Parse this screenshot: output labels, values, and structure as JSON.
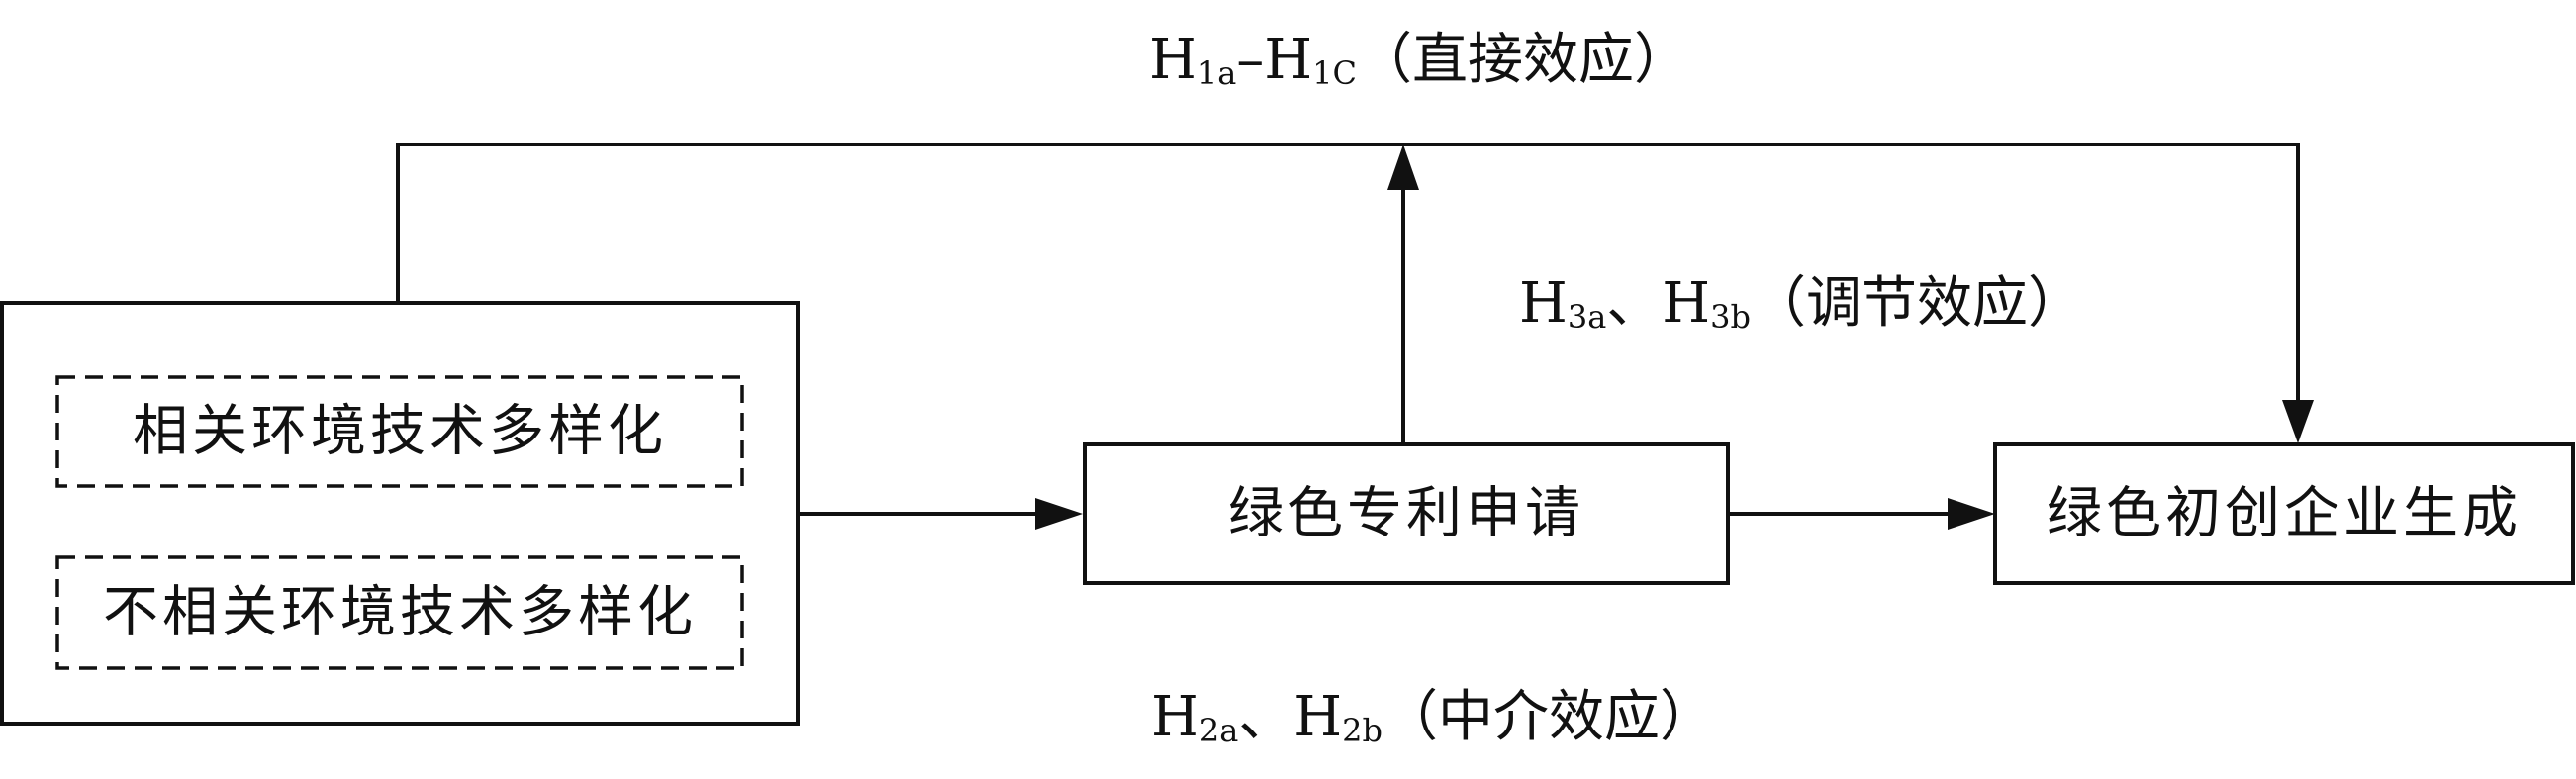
{
  "diagram": {
    "nodes": {
      "outer_group": {},
      "related_diversity": {
        "label": "相关环境技术多样化"
      },
      "unrelated_diversity": {
        "label": "不相关环境技术多样化"
      },
      "green_patent": {
        "label": "绿色专利申请"
      },
      "green_startup": {
        "label": "绿色初创企业生成"
      }
    },
    "labels": {
      "direct_effect": {
        "h_main_1": "H",
        "h_sub_1": "1a",
        "dash": "–",
        "h_main_2": "H",
        "h_sub_2": "1C",
        "text": "（直接效应）"
      },
      "moderating_effect": {
        "h_main_1": "H",
        "h_sub_1": "3a",
        "sep": "、",
        "h_main_2": "H",
        "h_sub_2": "3b",
        "text": "（调节效应）"
      },
      "mediating_effect": {
        "h_main_1": "H",
        "h_sub_1": "2a",
        "sep": "、",
        "h_main_2": "H",
        "h_sub_2": "2b",
        "text": "（中介效应）"
      }
    },
    "edges": [
      {
        "from": "outer_group",
        "to": "green_patent"
      },
      {
        "from": "green_patent",
        "to": "green_startup"
      },
      {
        "from": "outer_group",
        "to": "green_startup",
        "via": "top"
      },
      {
        "from": "green_patent",
        "to": "direct_path",
        "type": "moderation"
      }
    ]
  }
}
